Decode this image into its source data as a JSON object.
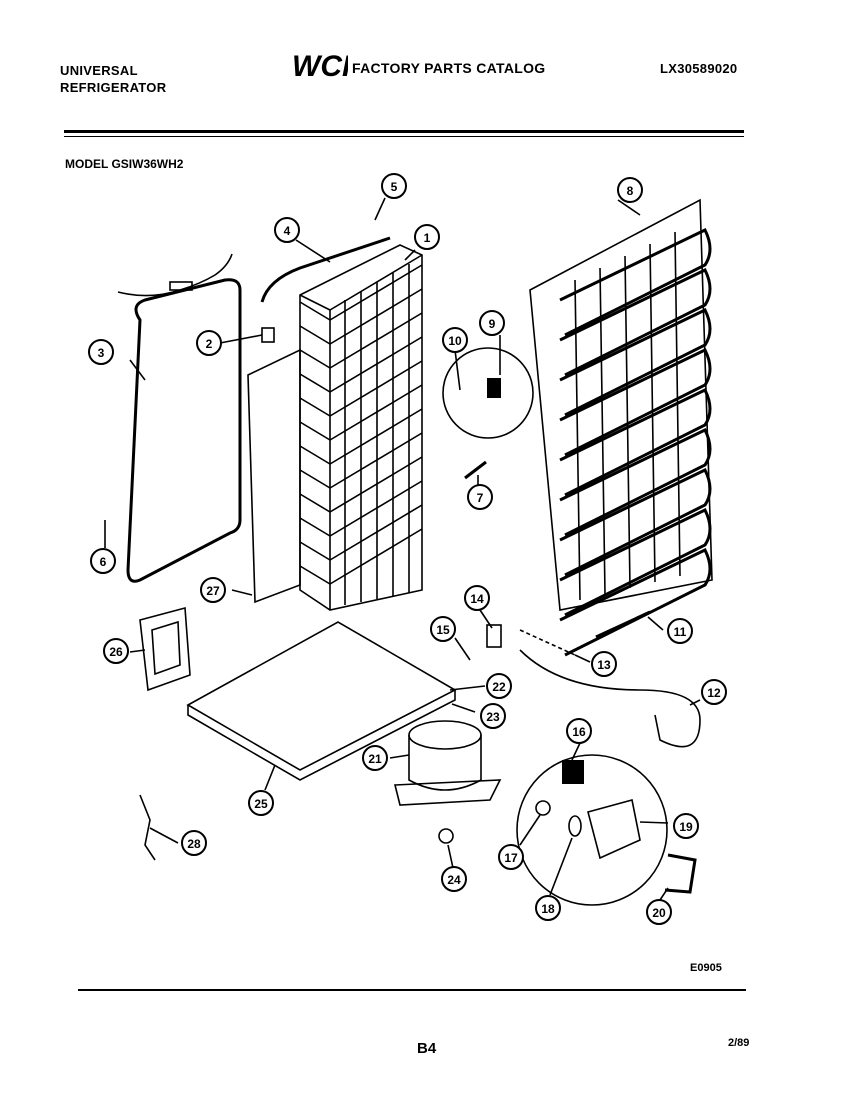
{
  "header": {
    "brand_line1": "UNIVERSAL",
    "brand_line2": "REFRIGERATOR",
    "logo_text": "WCI",
    "catalog_title": "FACTORY PARTS CATALOG",
    "catalog_number": "LX30589020"
  },
  "model_label": "MODEL GSIW36WH2",
  "callouts": [
    "1",
    "2",
    "3",
    "4",
    "5",
    "6",
    "7",
    "8",
    "9",
    "10",
    "11",
    "12",
    "13",
    "14",
    "15",
    "16",
    "17",
    "18",
    "19",
    "20",
    "21",
    "22",
    "23",
    "24",
    "25",
    "26",
    "27",
    "28"
  ],
  "footer": {
    "diagram_code": "E0905",
    "page_number": "B4",
    "date": "2/89"
  }
}
